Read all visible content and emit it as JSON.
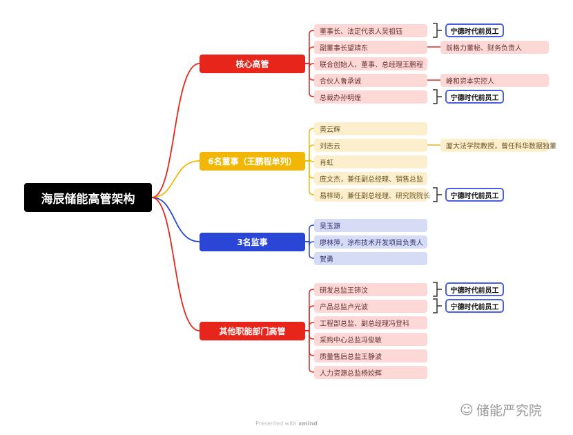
{
  "root": "海辰储能高管架构",
  "tag_text": "宁德时代前员工",
  "colors": {
    "red": "#e8251a",
    "yellow": "#f2b705",
    "blue": "#2a46d6",
    "red_leaf": "#fcd9d7",
    "yellow_leaf": "#fbefcd",
    "blue_leaf": "#d6dbf6"
  },
  "branches": [
    {
      "label": "核心高管",
      "color": "red",
      "items": [
        {
          "label": "董事长、法定代表人吴祖钰",
          "tag": true
        },
        {
          "label": "副董事长望靖东",
          "detail": "前格力董秘、财务负责人"
        },
        {
          "label": "联合创始人、董事、总经理王鹏程"
        },
        {
          "label": "合伙人鲁承诚",
          "detail": "峰和资本实控人"
        },
        {
          "label": "总裁办孙明煌",
          "tag": true
        }
      ]
    },
    {
      "label": "6名董事（王鹏程单列）",
      "color": "yellow",
      "items": [
        {
          "label": "黄云辉"
        },
        {
          "label": "刘志云",
          "detail": "厦大法学院教授，曾任科华数据独董"
        },
        {
          "label": "肖虹"
        },
        {
          "label": "庞文杰，兼任副总经理、销售总监"
        },
        {
          "label": "易梓琦，兼任副总经理、研究院院长",
          "tag": true
        }
      ]
    },
    {
      "label": "3名监事",
      "color": "blue",
      "items": [
        {
          "label": "吴玉源"
        },
        {
          "label": "廖林萍，涂布技术开发项目负责人"
        },
        {
          "label": "贺勇"
        }
      ]
    },
    {
      "label": "其他职能部门高管",
      "color": "red",
      "items": [
        {
          "label": "研发总监王铈汶",
          "tag": true
        },
        {
          "label": "产品总监卢光波",
          "tag": true
        },
        {
          "label": "工程部总监、副总经理冯登科"
        },
        {
          "label": "采购中心总监冯俊敏"
        },
        {
          "label": "质量售后总监王静波"
        },
        {
          "label": "人力资源总监杨姣辉"
        }
      ]
    }
  ],
  "footer": {
    "prefix": "Presented with",
    "brand": "xmind"
  },
  "watermark": "储能严究院"
}
